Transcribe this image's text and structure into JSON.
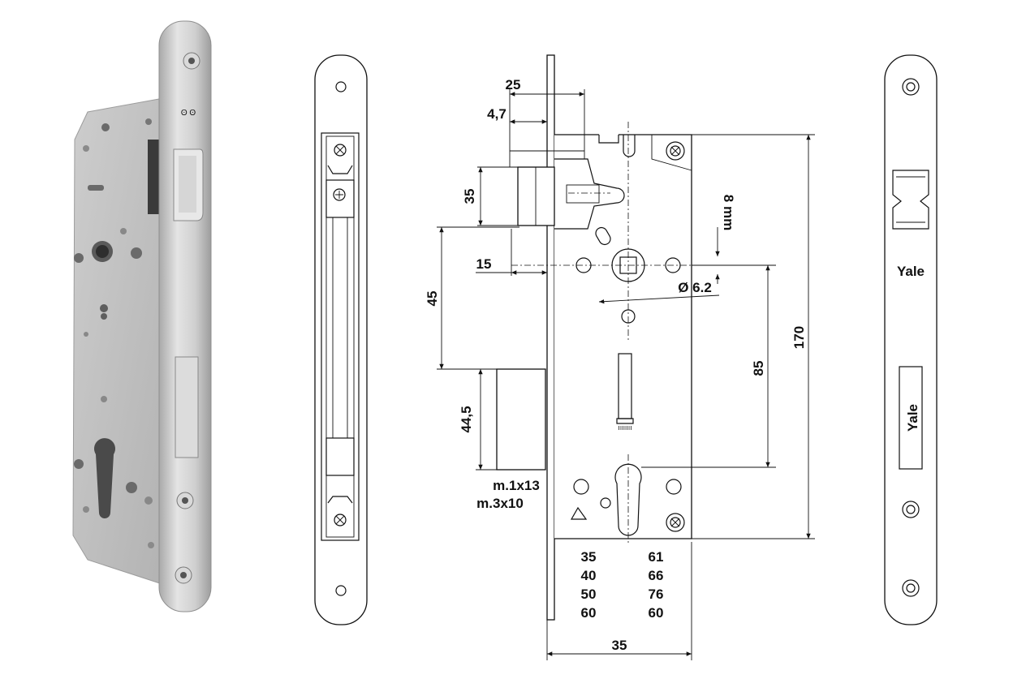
{
  "dimensions": {
    "d25": "25",
    "d47": "4,7",
    "d35_latch": "35",
    "d15": "15",
    "d45": "45",
    "d445": "44,5",
    "d_mm8": "8 mm",
    "d62": "Ø 6.2",
    "d85": "85",
    "d170": "170",
    "d35_bottom": "35"
  },
  "notes": {
    "m1": "m.1x13",
    "m3": "m.3x10"
  },
  "backset_table": [
    [
      "35",
      "61"
    ],
    [
      "40",
      "66"
    ],
    [
      "50",
      "76"
    ],
    [
      "60",
      "60"
    ]
  ],
  "faceplate_labels": {
    "brand_top": "Yale",
    "brand_window": "Yale"
  },
  "colors": {
    "line": "#111111",
    "metal": "#c9c9c9",
    "background": "#ffffff"
  }
}
